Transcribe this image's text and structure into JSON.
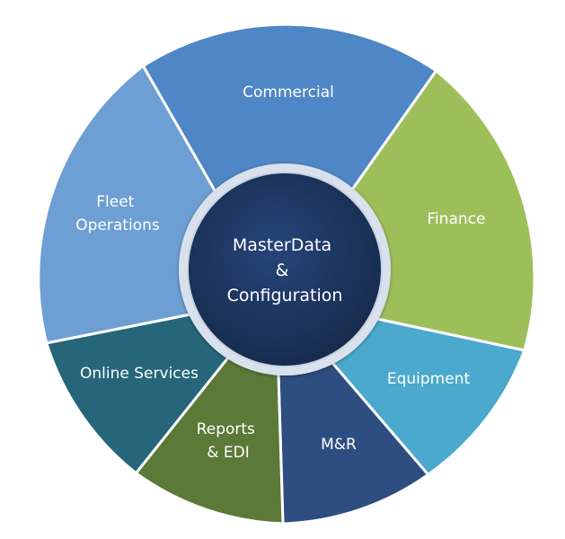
{
  "diagram": {
    "segments": [
      {
        "key": "commercial",
        "lines": [
          "Commercial"
        ],
        "color": "#4f86c6"
      },
      {
        "key": "finance",
        "lines": [
          "Finance"
        ],
        "color": "#9dbf5a"
      },
      {
        "key": "equipment",
        "lines": [
          "Equipment"
        ],
        "color": "#4aa9cc"
      },
      {
        "key": "mr",
        "lines": [
          "M&R"
        ],
        "color": "#2e4d80"
      },
      {
        "key": "reports",
        "lines": [
          "Reports",
          "& EDI"
        ],
        "color": "#5b7a37"
      },
      {
        "key": "online",
        "lines": [
          "Online Services"
        ],
        "color": "#27667a"
      },
      {
        "key": "fleet",
        "lines": [
          "Fleet",
          "Operations"
        ],
        "color": "#6d9fd4"
      }
    ],
    "center": {
      "lines": [
        "MasterData",
        "&",
        "Configuration"
      ],
      "color": "#1c355e",
      "ring_color": "#d9e1ec"
    }
  }
}
